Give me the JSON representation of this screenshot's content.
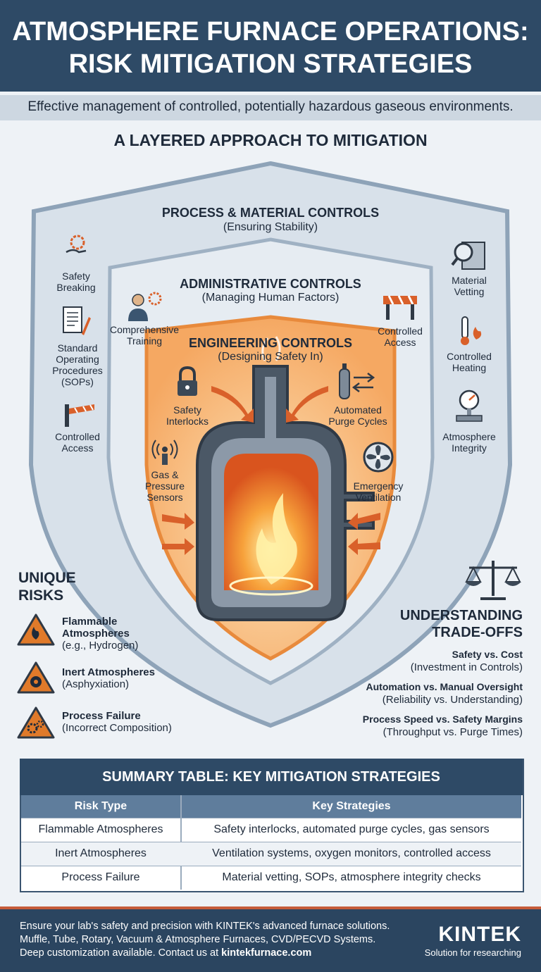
{
  "header": {
    "title_line1": "ATMOSPHERE FURNACE OPERATIONS:",
    "title_line2": "RISK MITIGATION STRATEGIES",
    "subtitle": "Effective management of controlled, potentially hazardous gaseous environments."
  },
  "section_title": "A LAYERED APPROACH TO MITIGATION",
  "layers": {
    "process": {
      "title": "PROCESS & MATERIAL CONTROLS",
      "subtitle": "(Ensuring Stability)",
      "items": [
        {
          "label": "Safety Breaking",
          "icon": "hand-gear-icon"
        },
        {
          "label": "Standard Operating Procedures (SOPs)",
          "icon": "document-pen-icon"
        },
        {
          "label": "Controlled Access",
          "icon": "barrier-icon"
        },
        {
          "label": "Material Vetting",
          "icon": "magnifier-icon"
        },
        {
          "label": "Controlled Heating",
          "icon": "thermometer-flame-icon"
        },
        {
          "label": "Atmosphere Integrity",
          "icon": "pressure-gauge-icon"
        }
      ]
    },
    "administrative": {
      "title": "ADMINISTRATIVE CONTROLS",
      "subtitle": "(Managing Human Factors)",
      "items": [
        {
          "label": "Comprehensive Training",
          "icon": "person-gear-icon"
        },
        {
          "label": "Controlled Access",
          "icon": "barricade-icon"
        }
      ]
    },
    "engineering": {
      "title": "ENGINEERING CONTROLS",
      "subtitle": "(Designing Safety In)",
      "items": [
        {
          "label": "Safety Interlocks",
          "icon": "padlock-icon"
        },
        {
          "label": "Automated Purge Cycles",
          "icon": "gas-cylinder-icon"
        },
        {
          "label": "Gas & Pressure Sensors",
          "icon": "sensor-signal-icon"
        },
        {
          "label": "Emergency Ventilation",
          "icon": "fan-icon"
        }
      ]
    }
  },
  "risks": {
    "heading_line1": "UNIQUE",
    "heading_line2": "RISKS",
    "items": [
      {
        "name": "Flammable",
        "name2": "Atmospheres",
        "detail": "(e.g., Hydrogen)",
        "icon": "flame-warning-icon"
      },
      {
        "name": "Inert Atmospheres",
        "detail": "(Asphyxiation)",
        "icon": "gas-mask-warning-icon"
      },
      {
        "name": "Process Failure",
        "detail": "(Incorrect Composition)",
        "icon": "gears-warning-icon"
      }
    ]
  },
  "tradeoffs": {
    "heading_line1": "UNDERSTANDING",
    "heading_line2": "TRADE-OFFS",
    "icon": "balance-scale-icon",
    "items": [
      {
        "name": "Safety vs. Cost",
        "detail": "(Investment in Controls)"
      },
      {
        "name": "Automation vs. Manual Oversight",
        "detail": "(Reliability vs. Understanding)"
      },
      {
        "name": "Process Speed vs. Safety Margins",
        "detail": "(Throughput vs. Purge Times)"
      }
    ]
  },
  "summary_table": {
    "title": "SUMMARY TABLE: KEY MITIGATION STRATEGIES",
    "headers": [
      "Risk Type",
      "Key Strategies"
    ],
    "rows": [
      [
        "Flammable Atmospheres",
        "Safety interlocks, automated purge cycles, gas sensors"
      ],
      [
        "Inert Atmospheres",
        "Ventilation systems, oxygen monitors, controlled access"
      ],
      [
        "Process Failure",
        "Material vetting, SOPs, atmosphere integrity checks"
      ]
    ]
  },
  "footer": {
    "line1": "Ensure your lab's safety and precision with KINTEK's advanced furnace solutions.",
    "line2": "Muffle, Tube, Rotary, Vacuum & Atmosphere Furnaces, CVD/PECVD Systems.",
    "line3_prefix": "Deep customization available. Contact us at ",
    "line3_link": "kintekfurnace.com",
    "brand": "KINTEK",
    "tagline": "Solution for researching"
  },
  "colors": {
    "header": "#2e4a66",
    "accent": "#c65c3a",
    "flame": "#f28a2e",
    "warning": "#e07a2a"
  }
}
